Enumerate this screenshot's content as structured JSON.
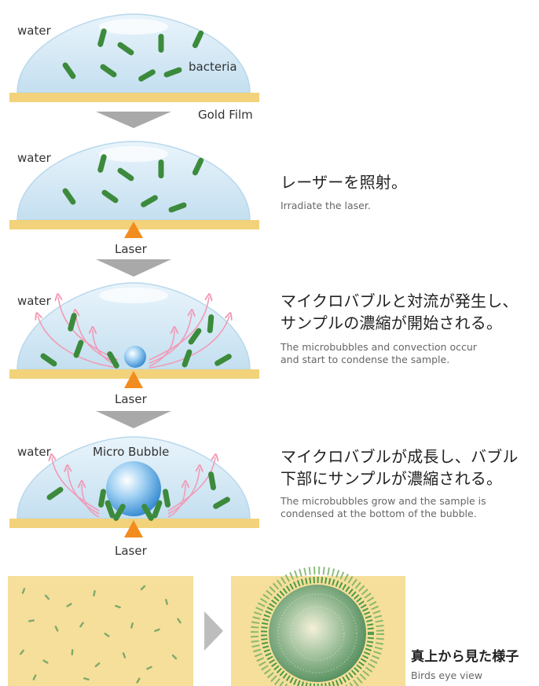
{
  "labels": {
    "water": "water",
    "bacteria": "bacteria",
    "gold_film": "Gold Film",
    "laser": "Laser",
    "micro_bubble": "Micro Bubble"
  },
  "steps": [
    {
      "jp": "レーザーを照射。",
      "en": "Irradiate the laser."
    },
    {
      "jp": "マイクロバブルと対流が発生し、\nサンプルの濃縮が開始される。",
      "en": "The microbubbles and convection occur\nand start to condense the sample."
    },
    {
      "jp": "マイクロバブルが成長し、バブル\n下部にサンプルが濃縮される。",
      "en": "The microbubbles grow and the sample is\ncondensed at the bottom of the bubble."
    }
  ],
  "view": {
    "jp": "真上から見た様子",
    "en": "Birds eye view"
  },
  "colors": {
    "drop_fill": "#cfe6f5",
    "gold_film": "#f2d27a",
    "laser": "#f28c1e",
    "arrow": "#a9a9a9",
    "bacteria": "#3c8a3c",
    "flow": "#f29ab6",
    "sand": "#f5df9a"
  }
}
